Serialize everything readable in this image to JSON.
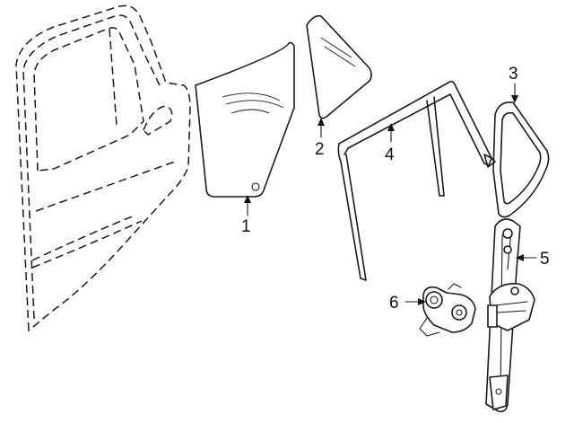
{
  "callouts": [
    {
      "id": "1",
      "text": "1"
    },
    {
      "id": "2",
      "text": "2"
    },
    {
      "id": "3",
      "text": "3"
    },
    {
      "id": "4",
      "text": "4"
    },
    {
      "id": "5",
      "text": "5"
    },
    {
      "id": "6",
      "text": "6"
    }
  ],
  "colors": {
    "line": "#1a1a1a",
    "background": "#ffffff"
  }
}
